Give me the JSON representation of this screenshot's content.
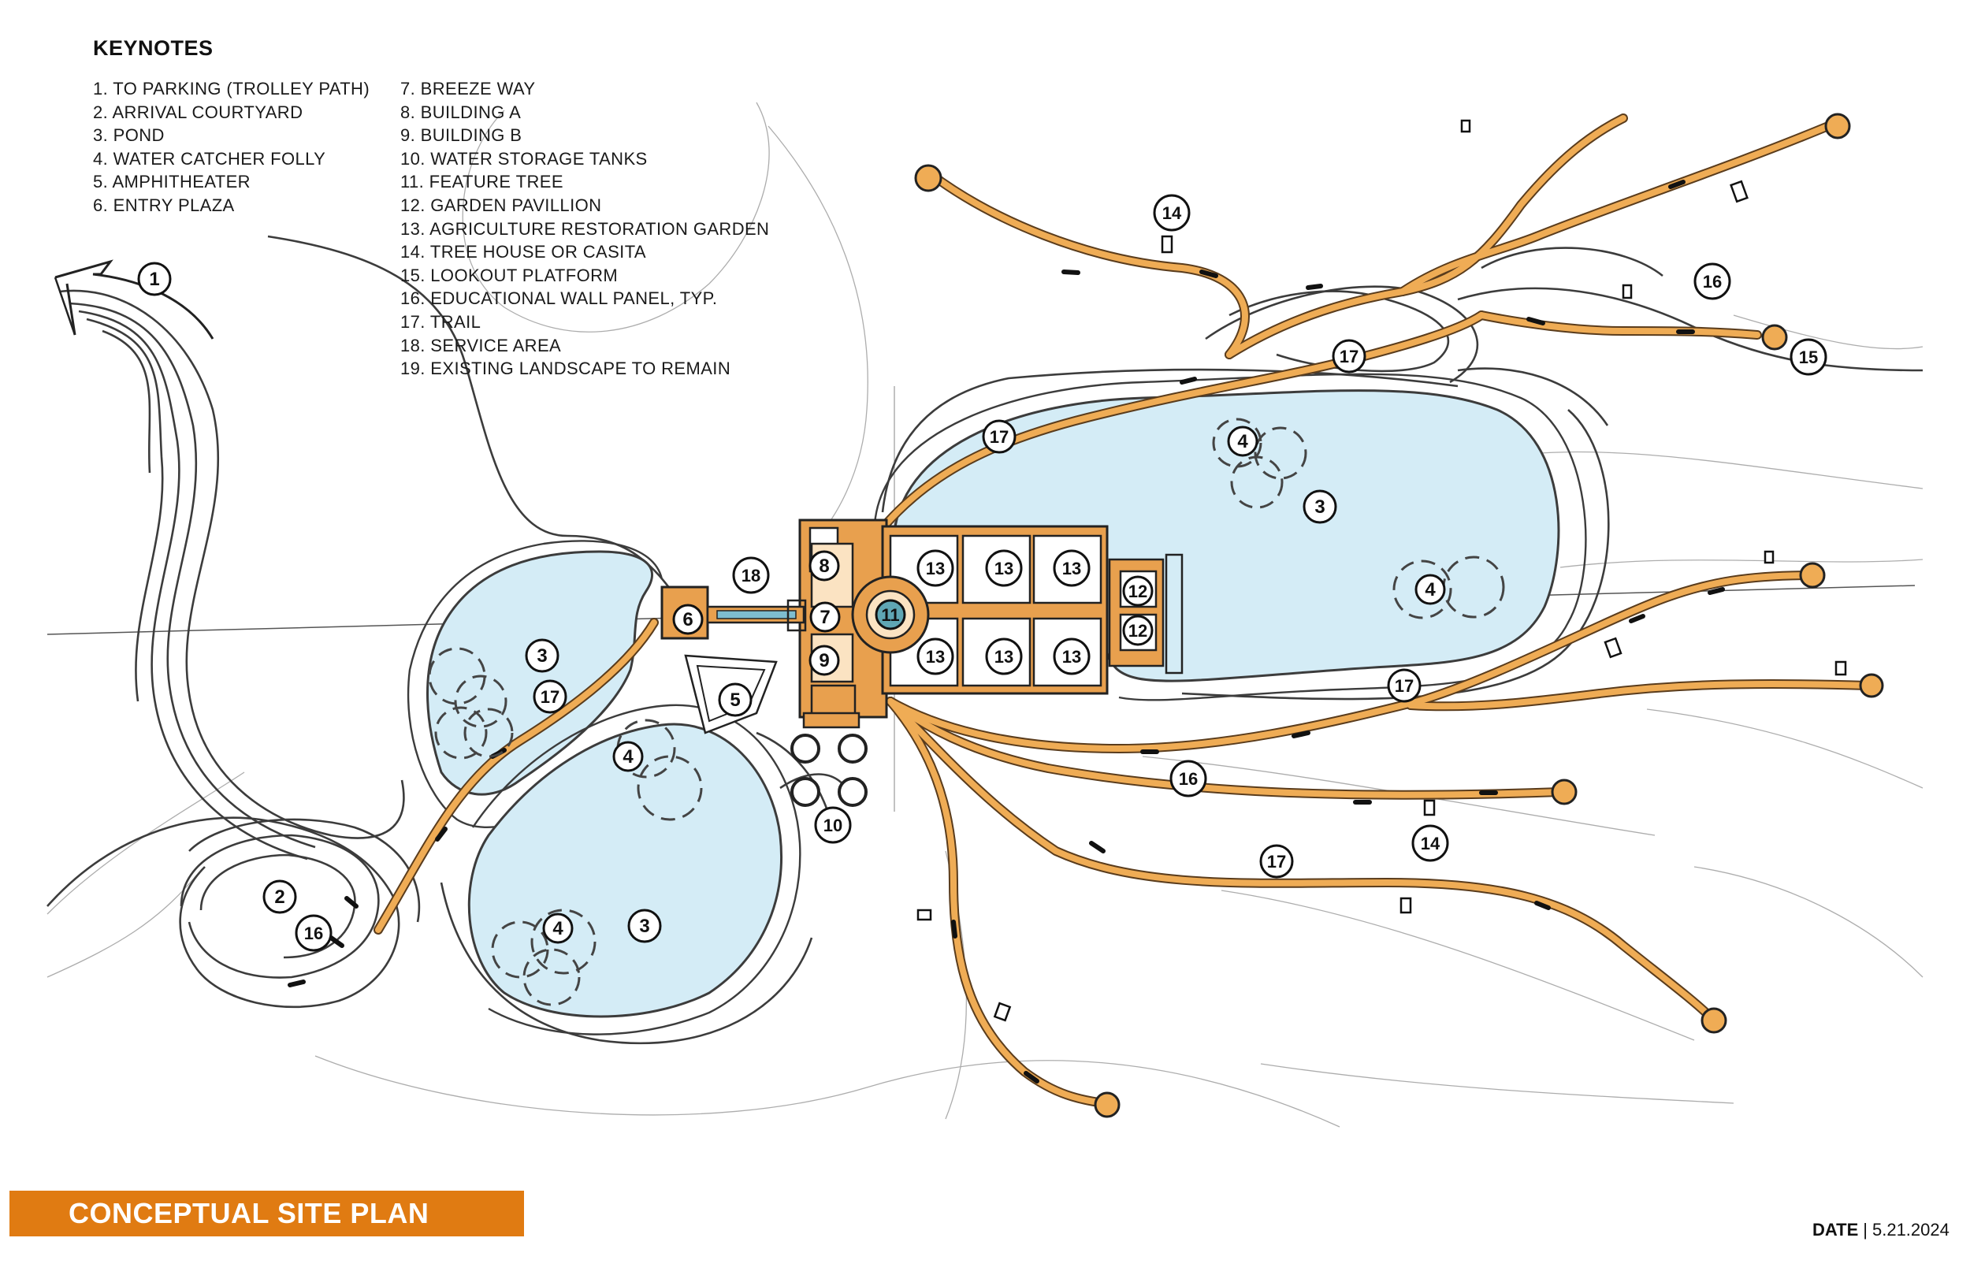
{
  "keynotes": {
    "title": "KEYNOTES",
    "items": [
      "1. TO PARKING  (TROLLEY PATH)",
      "2. ARRIVAL COURTYARD",
      "3. POND",
      "4. WATER CATCHER FOLLY",
      "5. AMPHITHEATER",
      "6. ENTRY PLAZA",
      "7. BREEZE WAY",
      "8. BUILDING A",
      "9. BUILDING B",
      "10. WATER STORAGE TANKS",
      "11. FEATURE TREE",
      "12. GARDEN PAVILLION",
      "13. AGRICULTURE RESTORATION GARDEN",
      "14. TREE HOUSE OR CASITA",
      "15. LOOKOUT PLATFORM",
      "16. EDUCATIONAL WALL PANEL, TYP.",
      "17. TRAIL",
      "18. SERVICE AREA",
      "19. EXISTING LANDSCAPE TO REMAIN"
    ]
  },
  "title_bar": "CONCEPTUAL SITE PLAN",
  "date": {
    "label": "DATE",
    "separator": "|",
    "value": "5.21.2024"
  },
  "callouts": [
    "1",
    "2",
    "3",
    "4",
    "5",
    "6",
    "7",
    "8",
    "9",
    "10",
    "11",
    "12",
    "13",
    "14",
    "15",
    "16",
    "17",
    "18"
  ],
  "colors": {
    "trail": "#efac55",
    "trail_edge": "#5a3c1c",
    "water": "#d4ecf6",
    "line": "#3c3c3c",
    "accent": "#e07b12",
    "building": "#e8a04e"
  }
}
